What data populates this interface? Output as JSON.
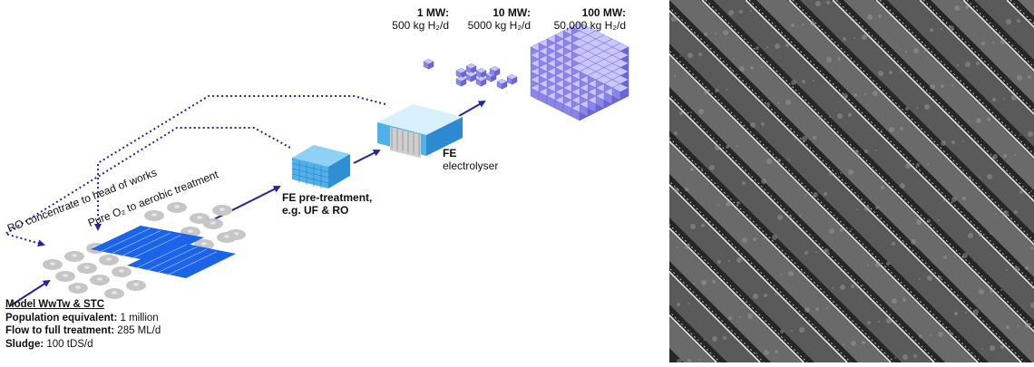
{
  "scale": [
    {
      "capacity": "1 MW:",
      "output": "500 kg H₂/d"
    },
    {
      "capacity": "10 MW:",
      "output": "5000 kg H₂/d"
    },
    {
      "capacity": "100 MW:",
      "output": "50,000 kg H₂/d"
    }
  ],
  "flows": {
    "ro_concentrate": "RO concentrate to head of works",
    "pure_o2": "Pure O₂ to aerobic treatment"
  },
  "stages": {
    "pretreatment_line1": "FE pre-treatment,",
    "pretreatment_line2": "e.g. UF & RO",
    "electrolyser_line1": "FE",
    "electrolyser_line2": "electrolyser"
  },
  "model": {
    "title": "Model WwTw & STC",
    "rows": [
      {
        "key": "Population equivalent:",
        "value": " 1 million"
      },
      {
        "key": "Flow to full treatment:",
        "value": " 285 ML/d"
      },
      {
        "key": "Sludge:",
        "value": " 100 tDS/d"
      }
    ]
  },
  "colors": {
    "arrow": "#2323a6",
    "cube": "#8a86e6",
    "tank": "#c8c8c8",
    "aeration": "#1b63e8",
    "module": "#4fb0ea"
  }
}
